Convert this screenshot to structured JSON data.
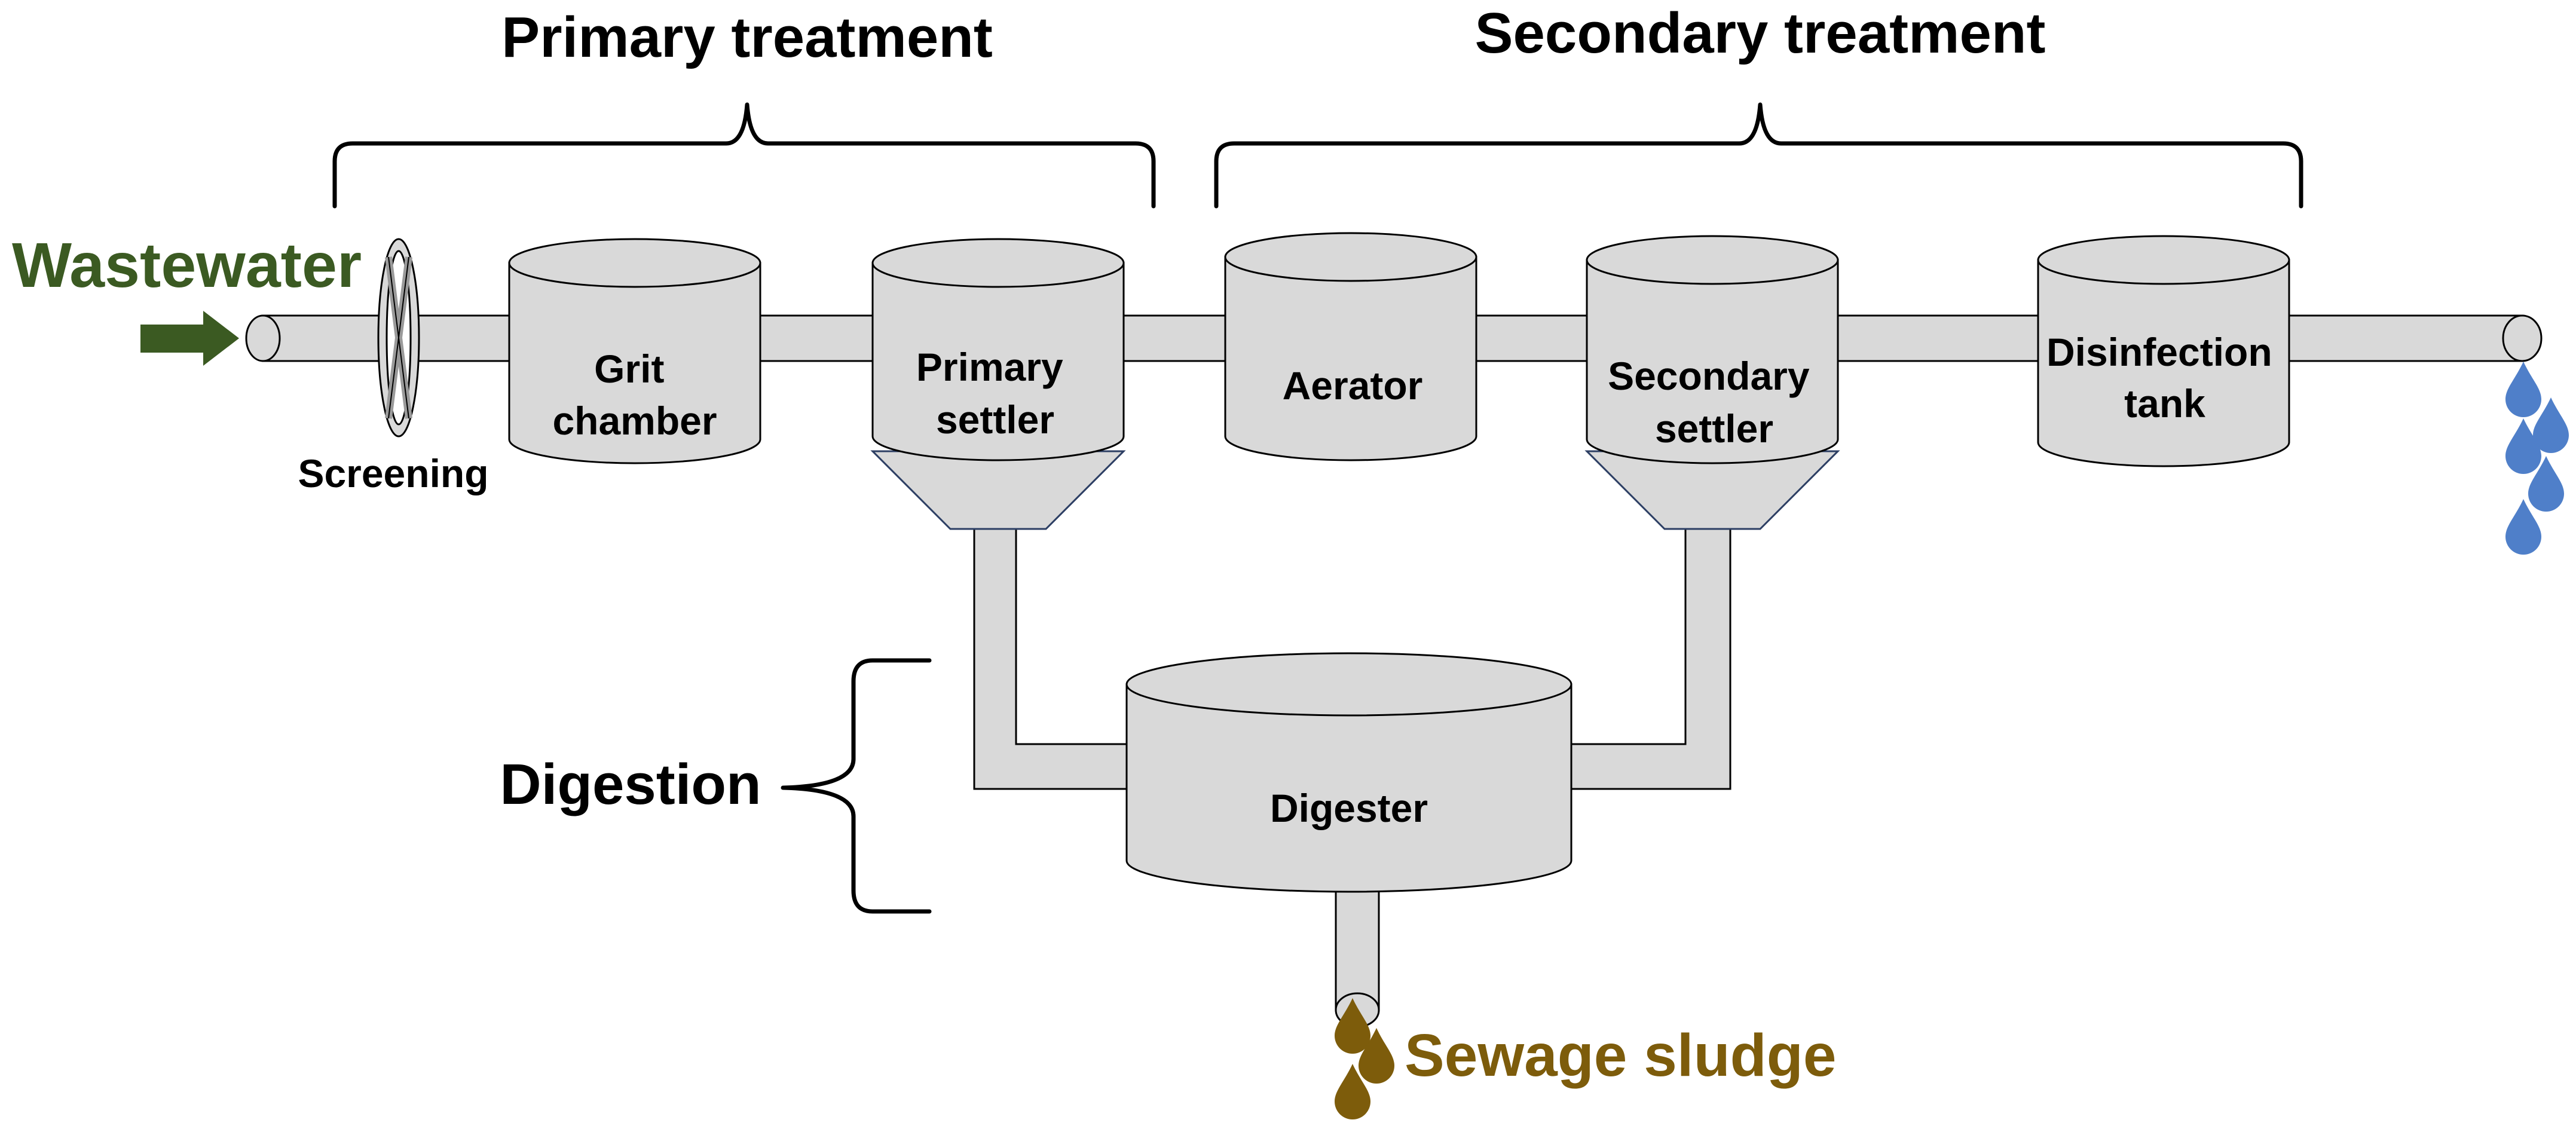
{
  "stages": {
    "primary": "Primary treatment",
    "secondary": "Secondary treatment",
    "digestion": "Digestion"
  },
  "input_label": "Wastewater",
  "output_label": "Sewage sludge",
  "screening": "Screening",
  "tanks": {
    "grit": [
      "Grit",
      "chamber"
    ],
    "primary_settler": [
      "Primary",
      "settler"
    ],
    "aerator": [
      "Aerator"
    ],
    "secondary_settler": [
      "Secondary",
      "settler"
    ],
    "disinfection": [
      "Disinfection",
      "tank"
    ],
    "digester": [
      "Digester"
    ]
  },
  "colors": {
    "wastewater": "#3b5a22",
    "sludge": "#7d5c0b",
    "clean_water": "#4f7fc9",
    "tank_fill": "#d9d9d9"
  }
}
